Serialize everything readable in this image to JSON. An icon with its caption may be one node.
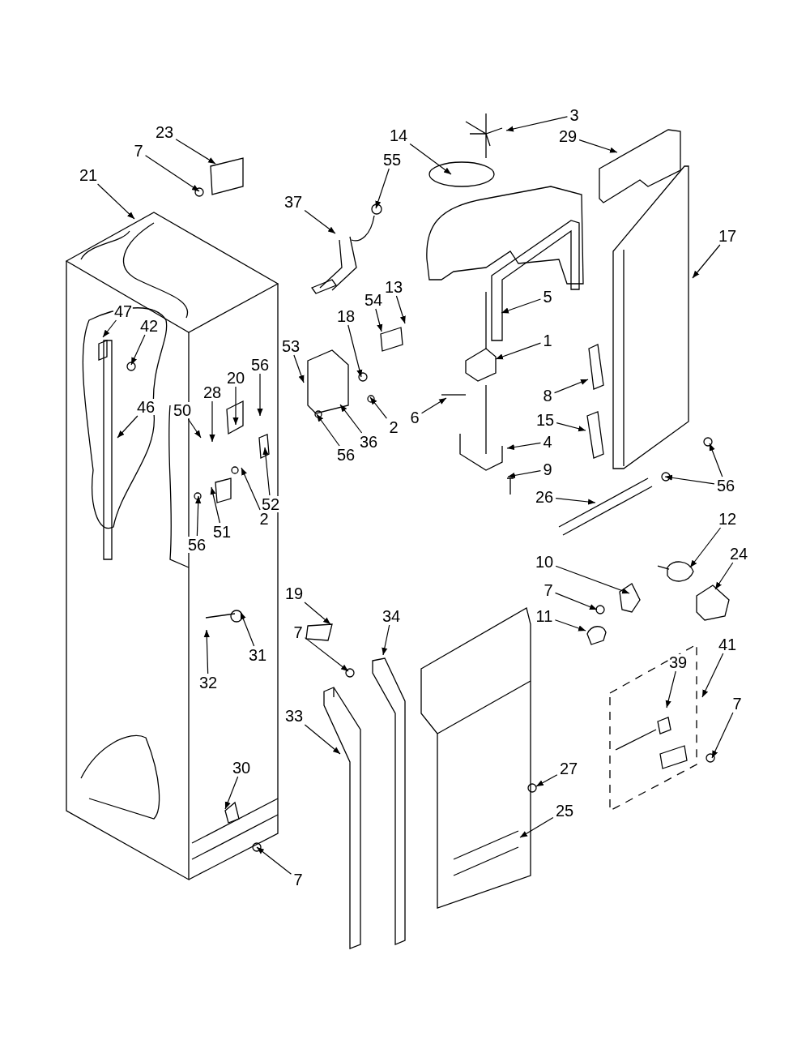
{
  "diagram": {
    "nodes": [
      {
        "text": [
          "3"
        ]
      },
      {
        "text": [
          "29"
        ]
      },
      {
        "text": [
          "23"
        ]
      },
      {
        "text": [
          "7"
        ]
      },
      {
        "text": [
          "14"
        ]
      },
      {
        "text": [
          "55"
        ]
      },
      {
        "text": [
          "21"
        ]
      },
      {
        "text": [
          "37"
        ]
      },
      {
        "text": [
          "17"
        ]
      },
      {
        "text": [
          "5"
        ]
      },
      {
        "text": [
          "13"
        ]
      },
      {
        "text": [
          "54"
        ]
      },
      {
        "text": [
          "47"
        ]
      },
      {
        "text": [
          "42"
        ]
      },
      {
        "text": [
          "18"
        ]
      },
      {
        "text": [
          "1"
        ]
      },
      {
        "text": [
          "53"
        ]
      },
      {
        "text": [
          "20"
        ]
      },
      {
        "text": [
          "56"
        ]
      },
      {
        "text": [
          "46"
        ]
      },
      {
        "text": [
          "50"
        ]
      },
      {
        "text": [
          "28"
        ]
      },
      {
        "text": [
          "6"
        ]
      },
      {
        "text": [
          "2"
        ]
      },
      {
        "text": [
          "8"
        ]
      },
      {
        "text": [
          "36"
        ]
      },
      {
        "text": [
          "15"
        ]
      },
      {
        "text": [
          "56"
        ]
      },
      {
        "text": [
          "4"
        ]
      },
      {
        "text": [
          "52"
        ]
      },
      {
        "text": [
          "2"
        ]
      },
      {
        "text": [
          "51"
        ]
      },
      {
        "text": [
          "56"
        ]
      },
      {
        "text": [
          "9"
        ]
      },
      {
        "text": [
          "56"
        ]
      },
      {
        "text": [
          "26"
        ]
      },
      {
        "text": [
          "12"
        ]
      },
      {
        "text": [
          "24"
        ]
      },
      {
        "text": [
          "10"
        ]
      },
      {
        "text": [
          "7"
        ]
      },
      {
        "text": [
          "19"
        ]
      },
      {
        "text": [
          "11"
        ]
      },
      {
        "text": [
          "34"
        ]
      },
      {
        "text": [
          "7"
        ]
      },
      {
        "text": [
          "31"
        ]
      },
      {
        "text": [
          "41"
        ]
      },
      {
        "text": [
          "32"
        ]
      },
      {
        "text": [
          "39"
        ]
      },
      {
        "text": [
          "7"
        ]
      },
      {
        "text": [
          "33"
        ]
      },
      {
        "text": [
          "30"
        ]
      },
      {
        "text": [
          "27"
        ]
      },
      {
        "text": [
          "25"
        ]
      },
      {
        "text": [
          "7"
        ]
      }
    ],
    "edges": [
      {
        "from": 0,
        "to": null,
        "arrow": "to"
      },
      {
        "from": 1,
        "to": null,
        "arrow": "to"
      },
      {
        "from": 2,
        "to": null,
        "arrow": "to"
      },
      {
        "from": 3,
        "to": null,
        "arrow": "to"
      },
      {
        "from": 4,
        "to": null,
        "arrow": "to"
      },
      {
        "from": 5,
        "to": null,
        "arrow": "to"
      },
      {
        "from": 6,
        "to": null,
        "arrow": "to"
      },
      {
        "from": 7,
        "to": null,
        "arrow": "to"
      },
      {
        "from": 8,
        "to": null,
        "arrow": "to"
      },
      {
        "from": 9,
        "to": null,
        "arrow": "to"
      },
      {
        "from": 10,
        "to": null,
        "arrow": "to"
      },
      {
        "from": 11,
        "to": null,
        "arrow": "to"
      },
      {
        "from": 12,
        "to": null,
        "arrow": "to"
      },
      {
        "from": 13,
        "to": null,
        "arrow": "to"
      },
      {
        "from": 14,
        "to": null,
        "arrow": "to"
      },
      {
        "from": 15,
        "to": null,
        "arrow": "to"
      },
      {
        "from": 16,
        "to": null,
        "arrow": "to"
      },
      {
        "from": 17,
        "to": null,
        "arrow": "to"
      },
      {
        "from": 18,
        "to": null,
        "arrow": "to"
      },
      {
        "from": 19,
        "to": null,
        "arrow": "to"
      },
      {
        "from": 20,
        "to": null,
        "arrow": "to"
      },
      {
        "from": 21,
        "to": null,
        "arrow": "to"
      },
      {
        "from": 22,
        "to": null,
        "arrow": "to"
      },
      {
        "from": 23,
        "to": null,
        "arrow": "to"
      },
      {
        "from": 24,
        "to": null,
        "arrow": "to"
      },
      {
        "from": 25,
        "to": null,
        "arrow": "to"
      },
      {
        "from": 26,
        "to": null,
        "arrow": "to"
      },
      {
        "from": 27,
        "to": null,
        "arrow": "to"
      },
      {
        "from": 28,
        "to": null,
        "arrow": "to"
      },
      {
        "from": 29,
        "to": null,
        "arrow": "to"
      },
      {
        "from": 30,
        "to": null,
        "arrow": "to"
      },
      {
        "from": 31,
        "to": null,
        "arrow": "to"
      },
      {
        "from": 32,
        "to": null,
        "arrow": "to"
      },
      {
        "from": 33,
        "to": null,
        "arrow": "to"
      },
      {
        "from": 34,
        "to": null,
        "arrow": "to"
      },
      {
        "from": 34,
        "to": null,
        "arrow": "to"
      },
      {
        "from": 35,
        "to": null,
        "arrow": "to"
      },
      {
        "from": 36,
        "to": null,
        "arrow": "to"
      },
      {
        "from": 37,
        "to": null,
        "arrow": "to"
      },
      {
        "from": 38,
        "to": null,
        "arrow": "to"
      },
      {
        "from": 39,
        "to": null,
        "arrow": "to"
      },
      {
        "from": 40,
        "to": null,
        "arrow": "to"
      },
      {
        "from": 41,
        "to": null,
        "arrow": "to"
      },
      {
        "from": 42,
        "to": null,
        "arrow": "to"
      },
      {
        "from": 43,
        "to": null,
        "arrow": "to"
      },
      {
        "from": 44,
        "to": null,
        "arrow": "to"
      },
      {
        "from": 45,
        "to": null,
        "arrow": "to"
      },
      {
        "from": 46,
        "to": null,
        "arrow": "to"
      },
      {
        "from": 47,
        "to": null,
        "arrow": "to"
      },
      {
        "from": 48,
        "to": null,
        "arrow": "to"
      },
      {
        "from": 49,
        "to": null,
        "arrow": "to"
      },
      {
        "from": 50,
        "to": null,
        "arrow": "to"
      },
      {
        "from": 51,
        "to": null,
        "arrow": "to"
      },
      {
        "from": 52,
        "to": null,
        "arrow": "to"
      },
      {
        "from": 53,
        "to": null,
        "arrow": "to"
      }
    ]
  }
}
